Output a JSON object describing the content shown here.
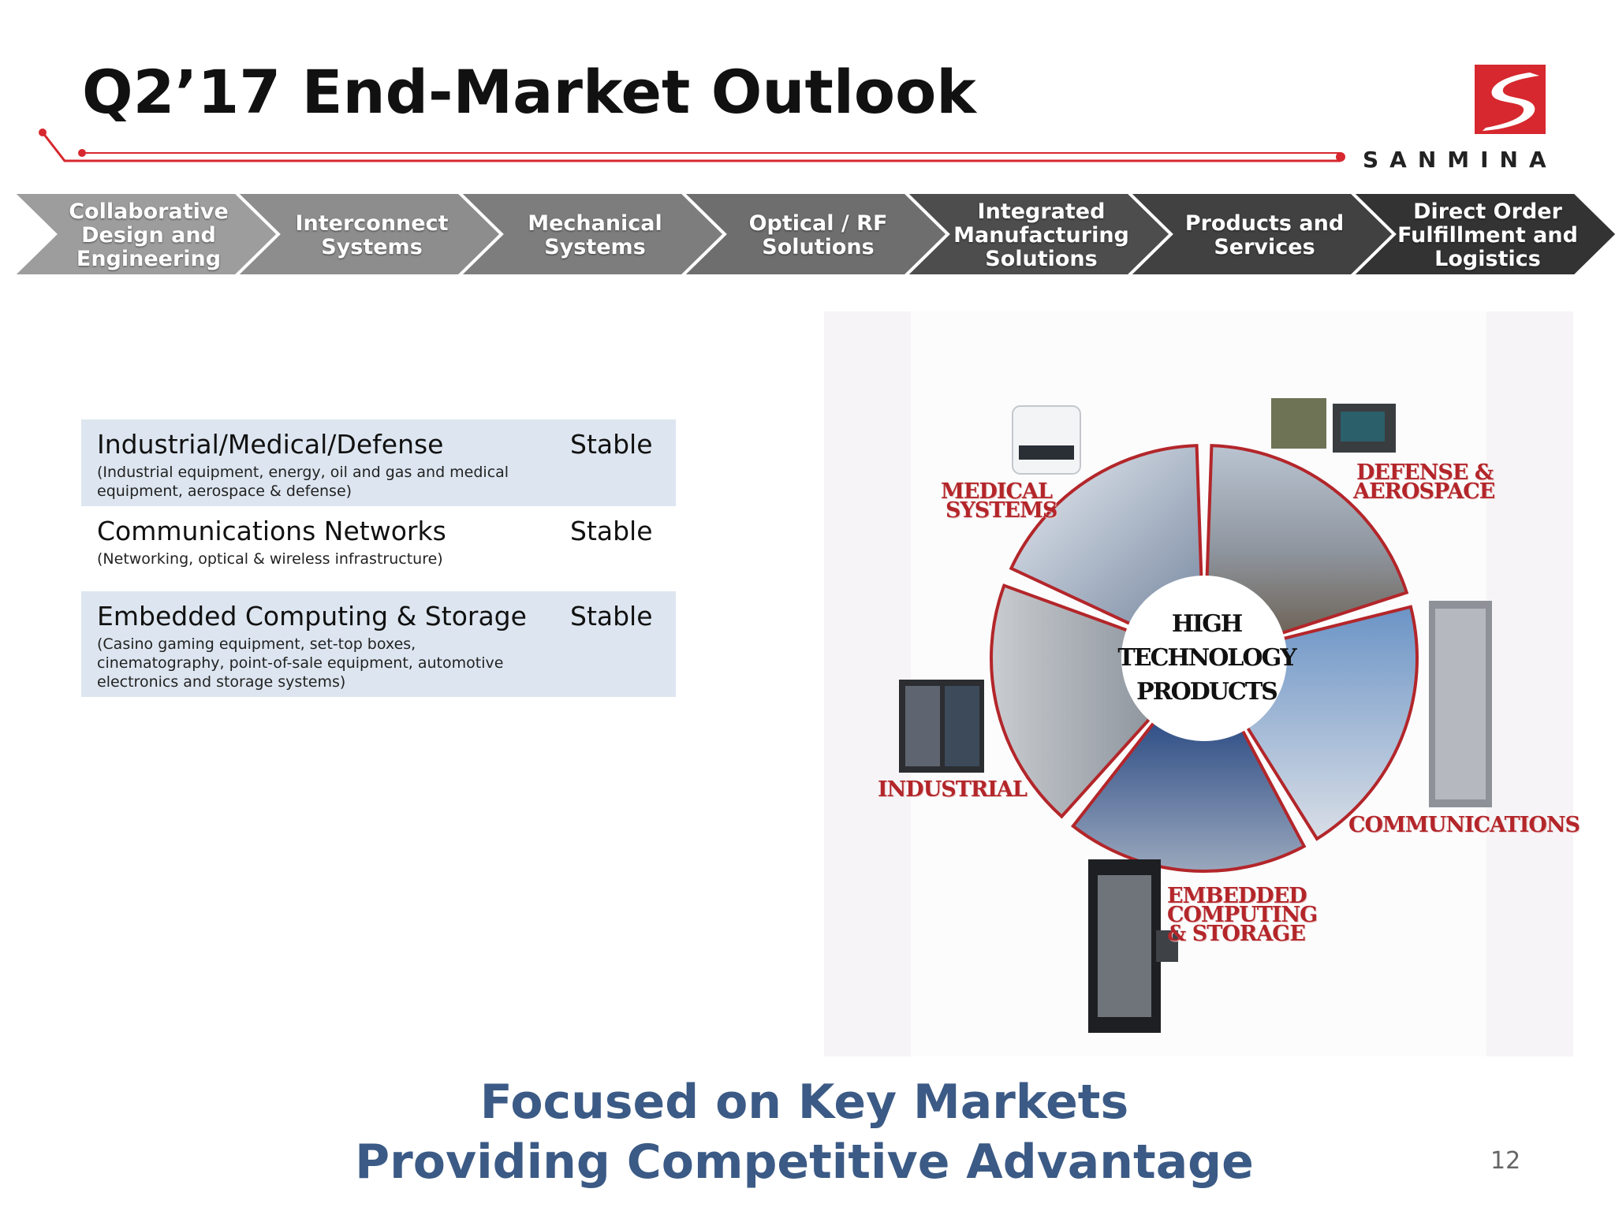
{
  "slide": {
    "title": "Q2’17 End-Market Outlook",
    "page_number": "12"
  },
  "brand": {
    "name": "SANMINA",
    "accent_color": "#d6282e"
  },
  "process_steps": [
    {
      "label": "Collaborative Design and Engineering",
      "color": "#9d9d9d"
    },
    {
      "label": "Interconnect Systems",
      "color": "#8d8d8d"
    },
    {
      "label": "Mechanical Systems",
      "color": "#7d7d7d"
    },
    {
      "label": "Optical / RF Solutions",
      "color": "#6e6e6e"
    },
    {
      "label": "Integrated Manufacturing Solutions",
      "color": "#4d4d4d"
    },
    {
      "label": "Products and Services",
      "color": "#414141"
    },
    {
      "label": "Direct Order Fulfillment and Logistics",
      "color": "#333333"
    }
  ],
  "markets": [
    {
      "name": "Industrial/Medical/Defense",
      "description": "(Industrial equipment, energy, oil and gas and  medical equipment, aerospace & defense)",
      "outlook": "Stable"
    },
    {
      "name": "Communications Networks",
      "description": "(Networking, optical & wireless infrastructure)",
      "outlook": "Stable"
    },
    {
      "name": "Embedded Computing & Storage",
      "description": "(Casino gaming equipment, set-top boxes, cinematography, point-of-sale equipment, automotive electronics and storage systems)",
      "outlook": "Stable"
    }
  ],
  "wheel": {
    "hub_lines": [
      "HIGH",
      "TECHNOLOGY",
      "PRODUCTS"
    ],
    "segments": {
      "medical": [
        "MEDICAL",
        "SYSTEMS"
      ],
      "defense": [
        "DEFENSE &",
        "AEROSPACE"
      ],
      "industrial": [
        "INDUSTRIAL"
      ],
      "communications": [
        "COMMUNICATIONS"
      ],
      "embedded": [
        "EMBEDDED",
        "COMPUTING",
        "& STORAGE"
      ]
    },
    "segment_color": "#b3262a"
  },
  "tagline": {
    "line1": "Focused on Key Markets",
    "line2": "Providing Competitive Advantage"
  }
}
